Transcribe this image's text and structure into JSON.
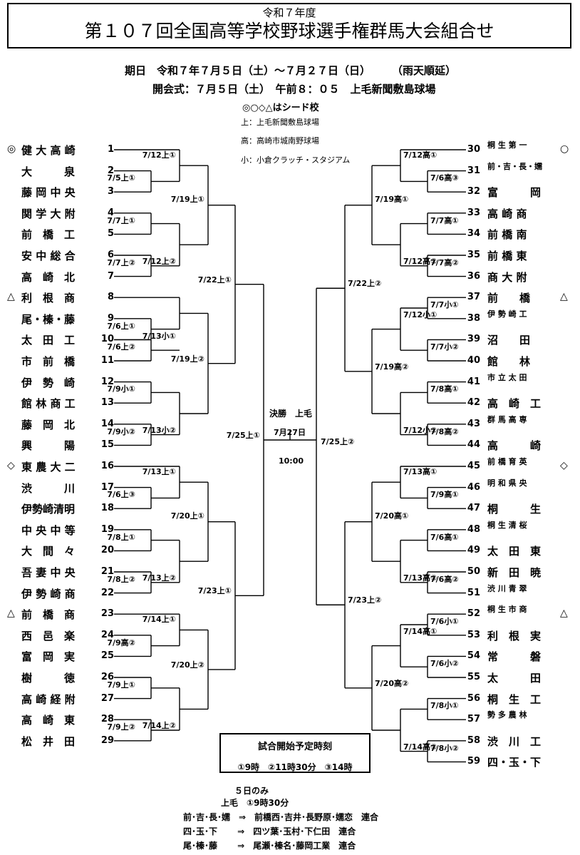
{
  "header": {
    "year": "令和７年度",
    "title": "第１０７回全国高等学校野球選手権群馬大会組合せ",
    "period": "期日　令和７年７月５日（土）～７月２７日（日）　　　（雨天順延）",
    "opening": "開会式：７月５日（土）　午前８：０５　上毛新聞敷島球場",
    "seed_note": "◎○◇△はシード校",
    "venues": [
      "上：上毛新聞敷島球場",
      "高：高崎市城南野球場",
      "小：小倉クラッチ・スタジアム"
    ]
  },
  "left_teams": [
    {
      "no": "1",
      "name": "健 大 高 崎",
      "seed": "◎"
    },
    {
      "no": "2",
      "name": "大　　　泉",
      "seed": ""
    },
    {
      "no": "3",
      "name": "藤 岡 中 央",
      "seed": ""
    },
    {
      "no": "4",
      "name": "関 学 大 附",
      "seed": ""
    },
    {
      "no": "5",
      "name": "前　橋　工",
      "seed": ""
    },
    {
      "no": "6",
      "name": "安 中 総 合",
      "seed": ""
    },
    {
      "no": "7",
      "name": "高　崎　北",
      "seed": ""
    },
    {
      "no": "8",
      "name": "利　根　商",
      "seed": "△"
    },
    {
      "no": "9",
      "name": "尾・榛・藤",
      "seed": ""
    },
    {
      "no": "10",
      "name": "太　田　工",
      "seed": ""
    },
    {
      "no": "11",
      "name": "市　前　橋",
      "seed": ""
    },
    {
      "no": "12",
      "name": "伊　勢　崎",
      "seed": ""
    },
    {
      "no": "13",
      "name": "館 林 商 工",
      "seed": ""
    },
    {
      "no": "14",
      "name": "藤　岡　北",
      "seed": ""
    },
    {
      "no": "15",
      "name": "興　　　陽",
      "seed": ""
    },
    {
      "no": "16",
      "name": "東 農 大 二",
      "seed": "◇"
    },
    {
      "no": "17",
      "name": "渋　　　川",
      "seed": ""
    },
    {
      "no": "18",
      "name": "伊勢崎清明",
      "seed": ""
    },
    {
      "no": "19",
      "name": "中 央 中 等",
      "seed": ""
    },
    {
      "no": "20",
      "name": "大　間　々",
      "seed": ""
    },
    {
      "no": "21",
      "name": "吾 妻 中 央",
      "seed": ""
    },
    {
      "no": "22",
      "name": "伊 勢 崎 商",
      "seed": ""
    },
    {
      "no": "23",
      "name": "前　橋　商",
      "seed": "△"
    },
    {
      "no": "24",
      "name": "西　邑　楽",
      "seed": ""
    },
    {
      "no": "25",
      "name": "富　岡　実",
      "seed": ""
    },
    {
      "no": "26",
      "name": "樹　　　徳",
      "seed": ""
    },
    {
      "no": "27",
      "name": "高 崎 経 附",
      "seed": ""
    },
    {
      "no": "28",
      "name": "高　崎　東",
      "seed": ""
    },
    {
      "no": "29",
      "name": "松　井　田",
      "seed": ""
    }
  ],
  "right_teams": [
    {
      "no": "30",
      "name": "桐 生 第 一",
      "seed": "○"
    },
    {
      "no": "31",
      "name": "前・吉・長・嬬",
      "seed": ""
    },
    {
      "no": "32",
      "name": "富　　　岡",
      "seed": ""
    },
    {
      "no": "33",
      "name": "高 崎 商",
      "seed": ""
    },
    {
      "no": "34",
      "name": "前 橋 南",
      "seed": ""
    },
    {
      "no": "35",
      "name": "前 橋 東",
      "seed": ""
    },
    {
      "no": "36",
      "name": "商 大 附",
      "seed": ""
    },
    {
      "no": "37",
      "name": "前　　橋",
      "seed": "△"
    },
    {
      "no": "38",
      "name": "伊 勢 崎 工",
      "seed": ""
    },
    {
      "no": "39",
      "name": "沼　　田",
      "seed": ""
    },
    {
      "no": "40",
      "name": "館　　林",
      "seed": ""
    },
    {
      "no": "41",
      "name": "市 立 太 田",
      "seed": ""
    },
    {
      "no": "42",
      "name": "高　崎　工",
      "seed": ""
    },
    {
      "no": "43",
      "name": "群 馬 高 専",
      "seed": ""
    },
    {
      "no": "44",
      "name": "高　　　崎",
      "seed": ""
    },
    {
      "no": "45",
      "name": "前 橋 育 英",
      "seed": "◇"
    },
    {
      "no": "46",
      "name": "明 和 県 央",
      "seed": ""
    },
    {
      "no": "47",
      "name": "桐　　　生",
      "seed": ""
    },
    {
      "no": "48",
      "name": "桐 生 清 桜",
      "seed": ""
    },
    {
      "no": "49",
      "name": "太　田　東",
      "seed": ""
    },
    {
      "no": "50",
      "name": "新　田　暁",
      "seed": ""
    },
    {
      "no": "51",
      "name": "渋 川 青 翠",
      "seed": ""
    },
    {
      "no": "52",
      "name": "桐 生 市 商",
      "seed": "△"
    },
    {
      "no": "53",
      "name": "利　根　実",
      "seed": ""
    },
    {
      "no": "54",
      "name": "常　　　磐",
      "seed": ""
    },
    {
      "no": "55",
      "name": "太　　　田",
      "seed": ""
    },
    {
      "no": "56",
      "name": "桐　生　工",
      "seed": ""
    },
    {
      "no": "57",
      "name": "勢 多 農 林",
      "seed": ""
    },
    {
      "no": "58",
      "name": "渋　川　工",
      "seed": ""
    },
    {
      "no": "59",
      "name": "四・玉・下",
      "seed": ""
    }
  ],
  "left_games": {
    "r1": [
      "7/5上①",
      "7/7上①",
      "7/7上②",
      "7/6上①",
      "7/6上②",
      "7/9小①",
      "7/9小②",
      "7/6上③",
      "7/8上①",
      "7/8上②",
      "7/9高②",
      "7/9上①",
      "7/9上②"
    ],
    "r2": [
      "7/12上①",
      "7/12上②",
      "7/13小①",
      "7/13小②",
      "7/13上①",
      "7/13上②",
      "7/14上①",
      "7/14上②"
    ],
    "r3": [
      "7/19上①",
      "7/19上②",
      "7/20上①",
      "7/20上②"
    ],
    "qf": [
      "7/22上①",
      "7/23上①"
    ],
    "sf": "7/25上①"
  },
  "right_games": {
    "r1": [
      "7/6高③",
      "7/7高①",
      "7/7高②",
      "7/7小①",
      "7/7小②",
      "7/8高①",
      "7/8高②",
      "7/9高①",
      "7/6高①",
      "7/6高②",
      "7/6小①",
      "7/6小②",
      "7/8小①",
      "7/8小②"
    ],
    "r2": [
      "7/12高①",
      "7/12高②",
      "7/12小①",
      "7/12小②",
      "7/13高①",
      "7/13高②",
      "7/14高①",
      "7/14高②"
    ],
    "r3": [
      "7/19高①",
      "7/19高②",
      "7/20高①",
      "7/20高②"
    ],
    "qf": [
      "7/22上②",
      "7/23上②"
    ],
    "sf": "7/25上②"
  },
  "final": {
    "label": "決勝　上毛",
    "date": "7月27日",
    "time": "10:00"
  },
  "start_times": {
    "title": "試合開始予定時刻",
    "times": "①9時　②11時30分　③14時"
  },
  "notes": {
    "line1": "５日のみ",
    "line2": "上毛　①9時30分",
    "joint": [
      "前･吉･長･嬬　⇒　前橋西･吉井･長野原･嬬恋　連合",
      "四･玉･下　　 ⇒　四ツ葉･玉村･下仁田　連合",
      "尾･榛･藤　　 ⇒　尾瀬･榛名･藤岡工業　連合"
    ]
  }
}
